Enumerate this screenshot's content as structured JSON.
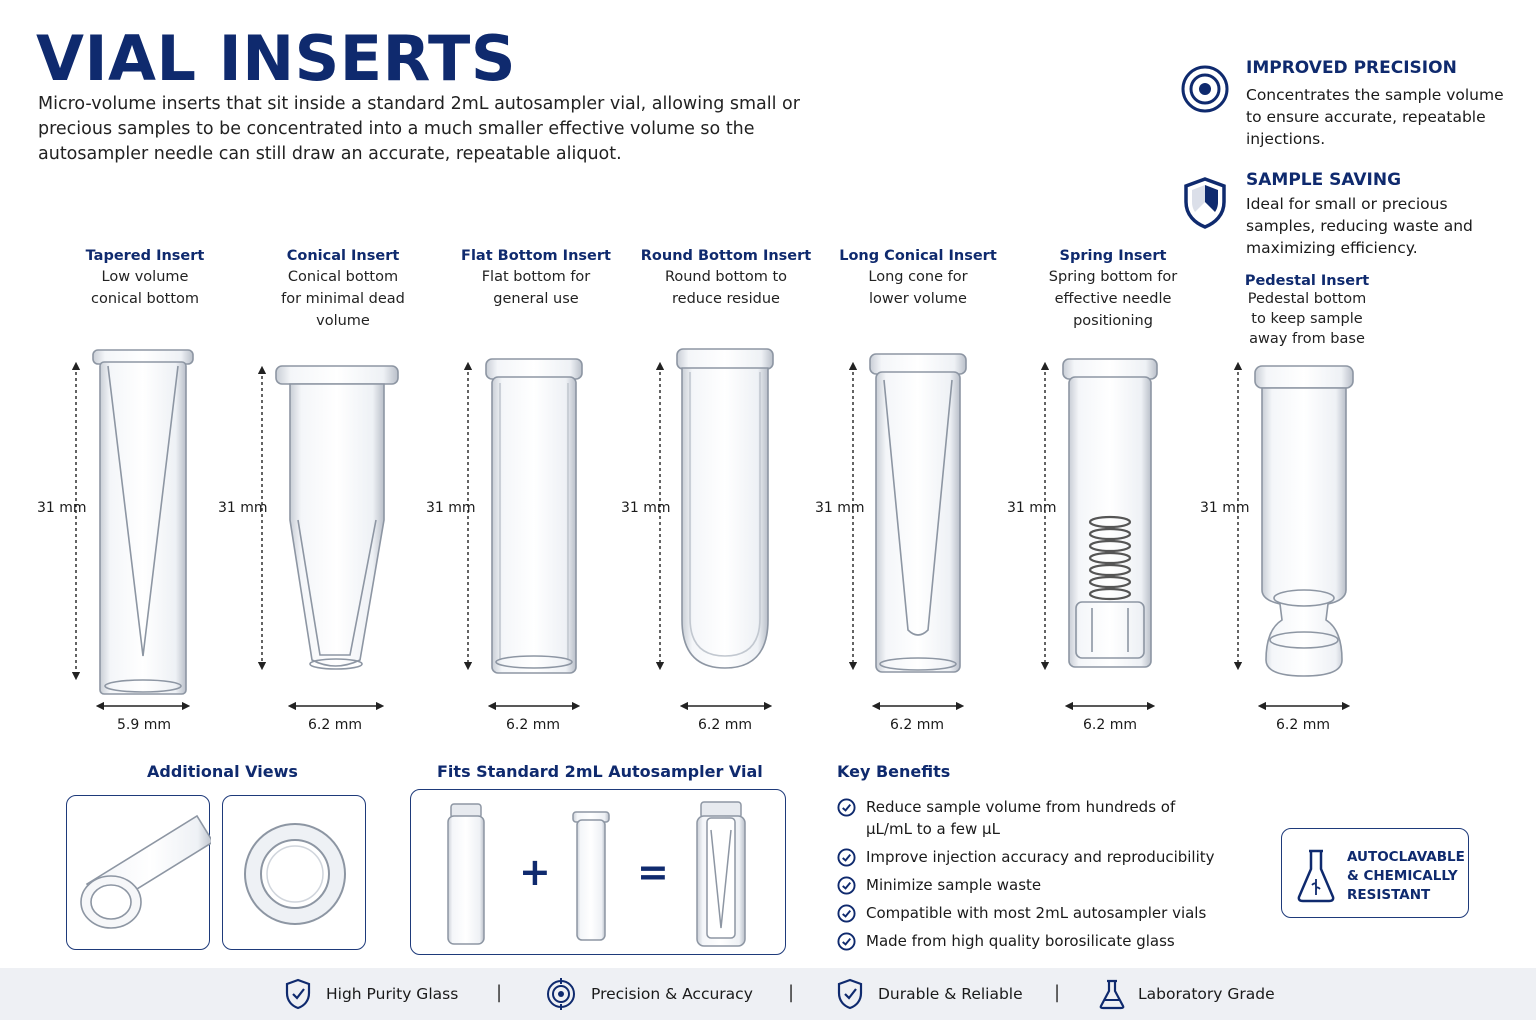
{
  "header": {
    "title": "VIAL INSERTS",
    "subtitle": "Micro-volume inserts that sit inside a standard 2mL autosampler vial, allowing small or precious samples to be concentrated into a much smaller effective volume so the autosampler needle can still draw an accurate, repeatable aliquot."
  },
  "benefits": [
    {
      "title": "IMPROVED PRECISION",
      "text": "Concentrates the sample volume to ensure accurate, repeatable injections.",
      "icon": "target-icon"
    },
    {
      "title": "SAMPLE SAVING",
      "text": "Ideal for small or precious samples, reducing waste and maximizing efficiency.",
      "icon": "shield-icon"
    }
  ],
  "inserts": [
    {
      "name": "Tapered Insert",
      "desc": "Low volume conical bottom",
      "height": "31 mm",
      "width": "5.9 mm"
    },
    {
      "name": "Conical Insert",
      "desc": "Conical bottom for minimal dead volume",
      "height": "31 mm",
      "width": "6.2 mm"
    },
    {
      "name": "Flat Bottom Insert",
      "desc": "Flat bottom for general use",
      "height": "31 mm",
      "width": "6.2 mm"
    },
    {
      "name": "Round Bottom Insert",
      "desc": "Round bottom to reduce residue",
      "height": "31 mm",
      "width": "6.2 mm"
    },
    {
      "name": "Long Conical Insert",
      "desc": "Long cone for lower volume",
      "height": "31 mm",
      "width": "6.2 mm"
    },
    {
      "name": "Spring Insert",
      "desc": "Spring bottom for effective needle positioning",
      "height": "31 mm",
      "width": "6.2 mm"
    },
    {
      "name": "Pedestal Insert",
      "desc": "Pedestal bottom to keep sample away from base",
      "height": "31 mm",
      "width": "6.2 mm"
    }
  ],
  "sections": {
    "additional_views": "Additional Views",
    "fits": "Fits Standard 2mL Autosampler Vial",
    "plus": "+",
    "equals": "=",
    "key_benefits": "Key Benefits"
  },
  "key_benefits": [
    "Reduce sample volume from hundreds of µL/mL to a few µL",
    "Improve injection accuracy and reproducibility",
    "Minimize sample waste",
    "Compatible with most 2mL autosampler vials",
    "Made from high quality borosilicate glass"
  ],
  "badge": {
    "line1": "AUTOCLAVABLE",
    "line2": "& CHEMICALLY",
    "line3": "RESISTANT",
    "icon": "flask-icon"
  },
  "footer": {
    "items": [
      {
        "label": "High Purity Glass",
        "icon": "shield-check-icon"
      },
      {
        "label": "Precision & Accuracy",
        "icon": "target-icon"
      },
      {
        "label": "Durable & Reliable",
        "icon": "shield-check-icon"
      },
      {
        "label": "Laboratory Grade",
        "icon": "flask-icon"
      }
    ],
    "separator": "|"
  },
  "colors": {
    "navy": "#0f2a6e",
    "footer_bg": "#eef0f4"
  }
}
